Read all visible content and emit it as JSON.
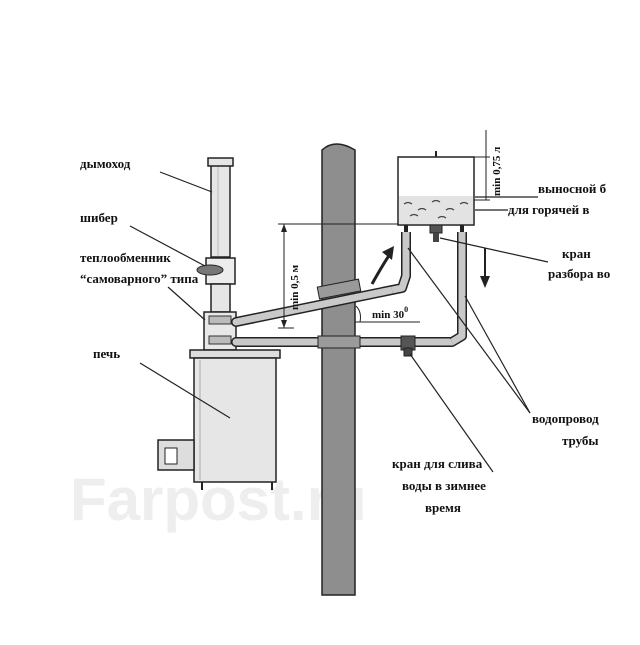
{
  "diagram": {
    "labels": {
      "chimney": "дымоход",
      "damper": "шибер",
      "heat_exchanger_line1": "теплообменник",
      "heat_exchanger_line2": "“самоварного” типа",
      "stove": "печь",
      "tank_line1": "выносной б",
      "tank_line2": "для горячей в",
      "tap_line1": "кран",
      "tap_line2": "разбора во",
      "pipes_line1": "водопровод",
      "pipes_line2": "трубы",
      "drain_line1": "кран для слива",
      "drain_line2": "воды в зимнее",
      "drain_line3": "время"
    },
    "dimensions": {
      "height_min": "min 0,5 м",
      "angle_min": "min 30",
      "angle_degree": "0",
      "tank_volume_min": "min 0,75 л"
    },
    "watermark": "Farpost.ru"
  }
}
